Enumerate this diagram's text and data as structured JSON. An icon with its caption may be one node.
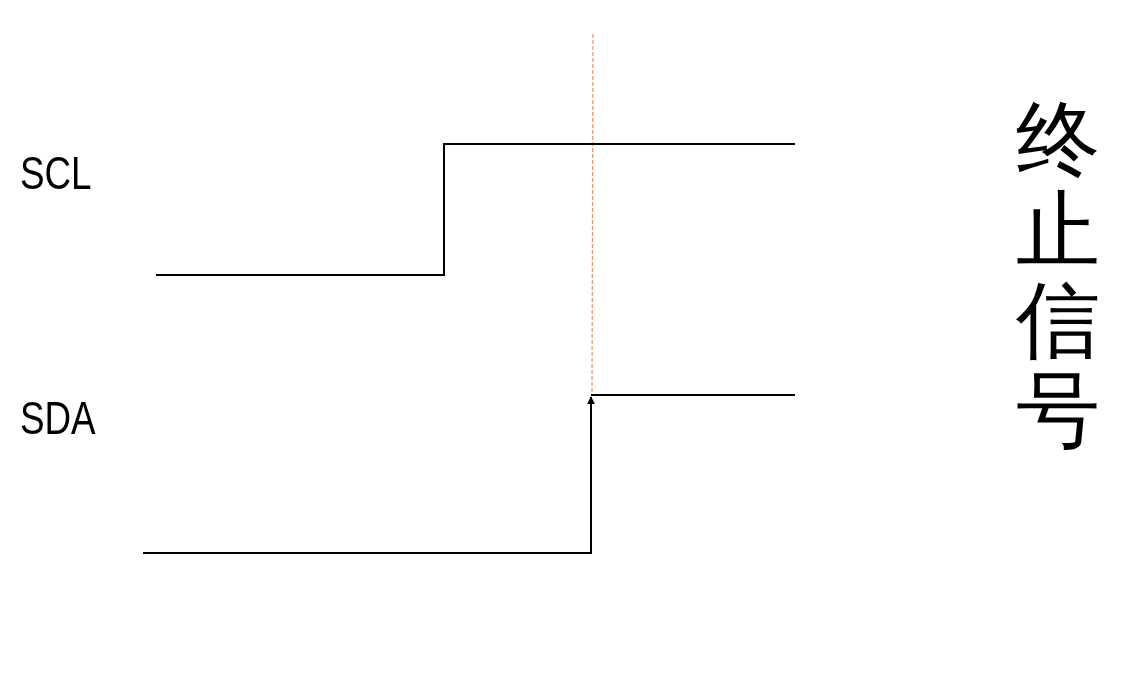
{
  "diagram": {
    "title": "终止信号",
    "labels": [
      "SCL",
      "SDA"
    ]
  }
}
